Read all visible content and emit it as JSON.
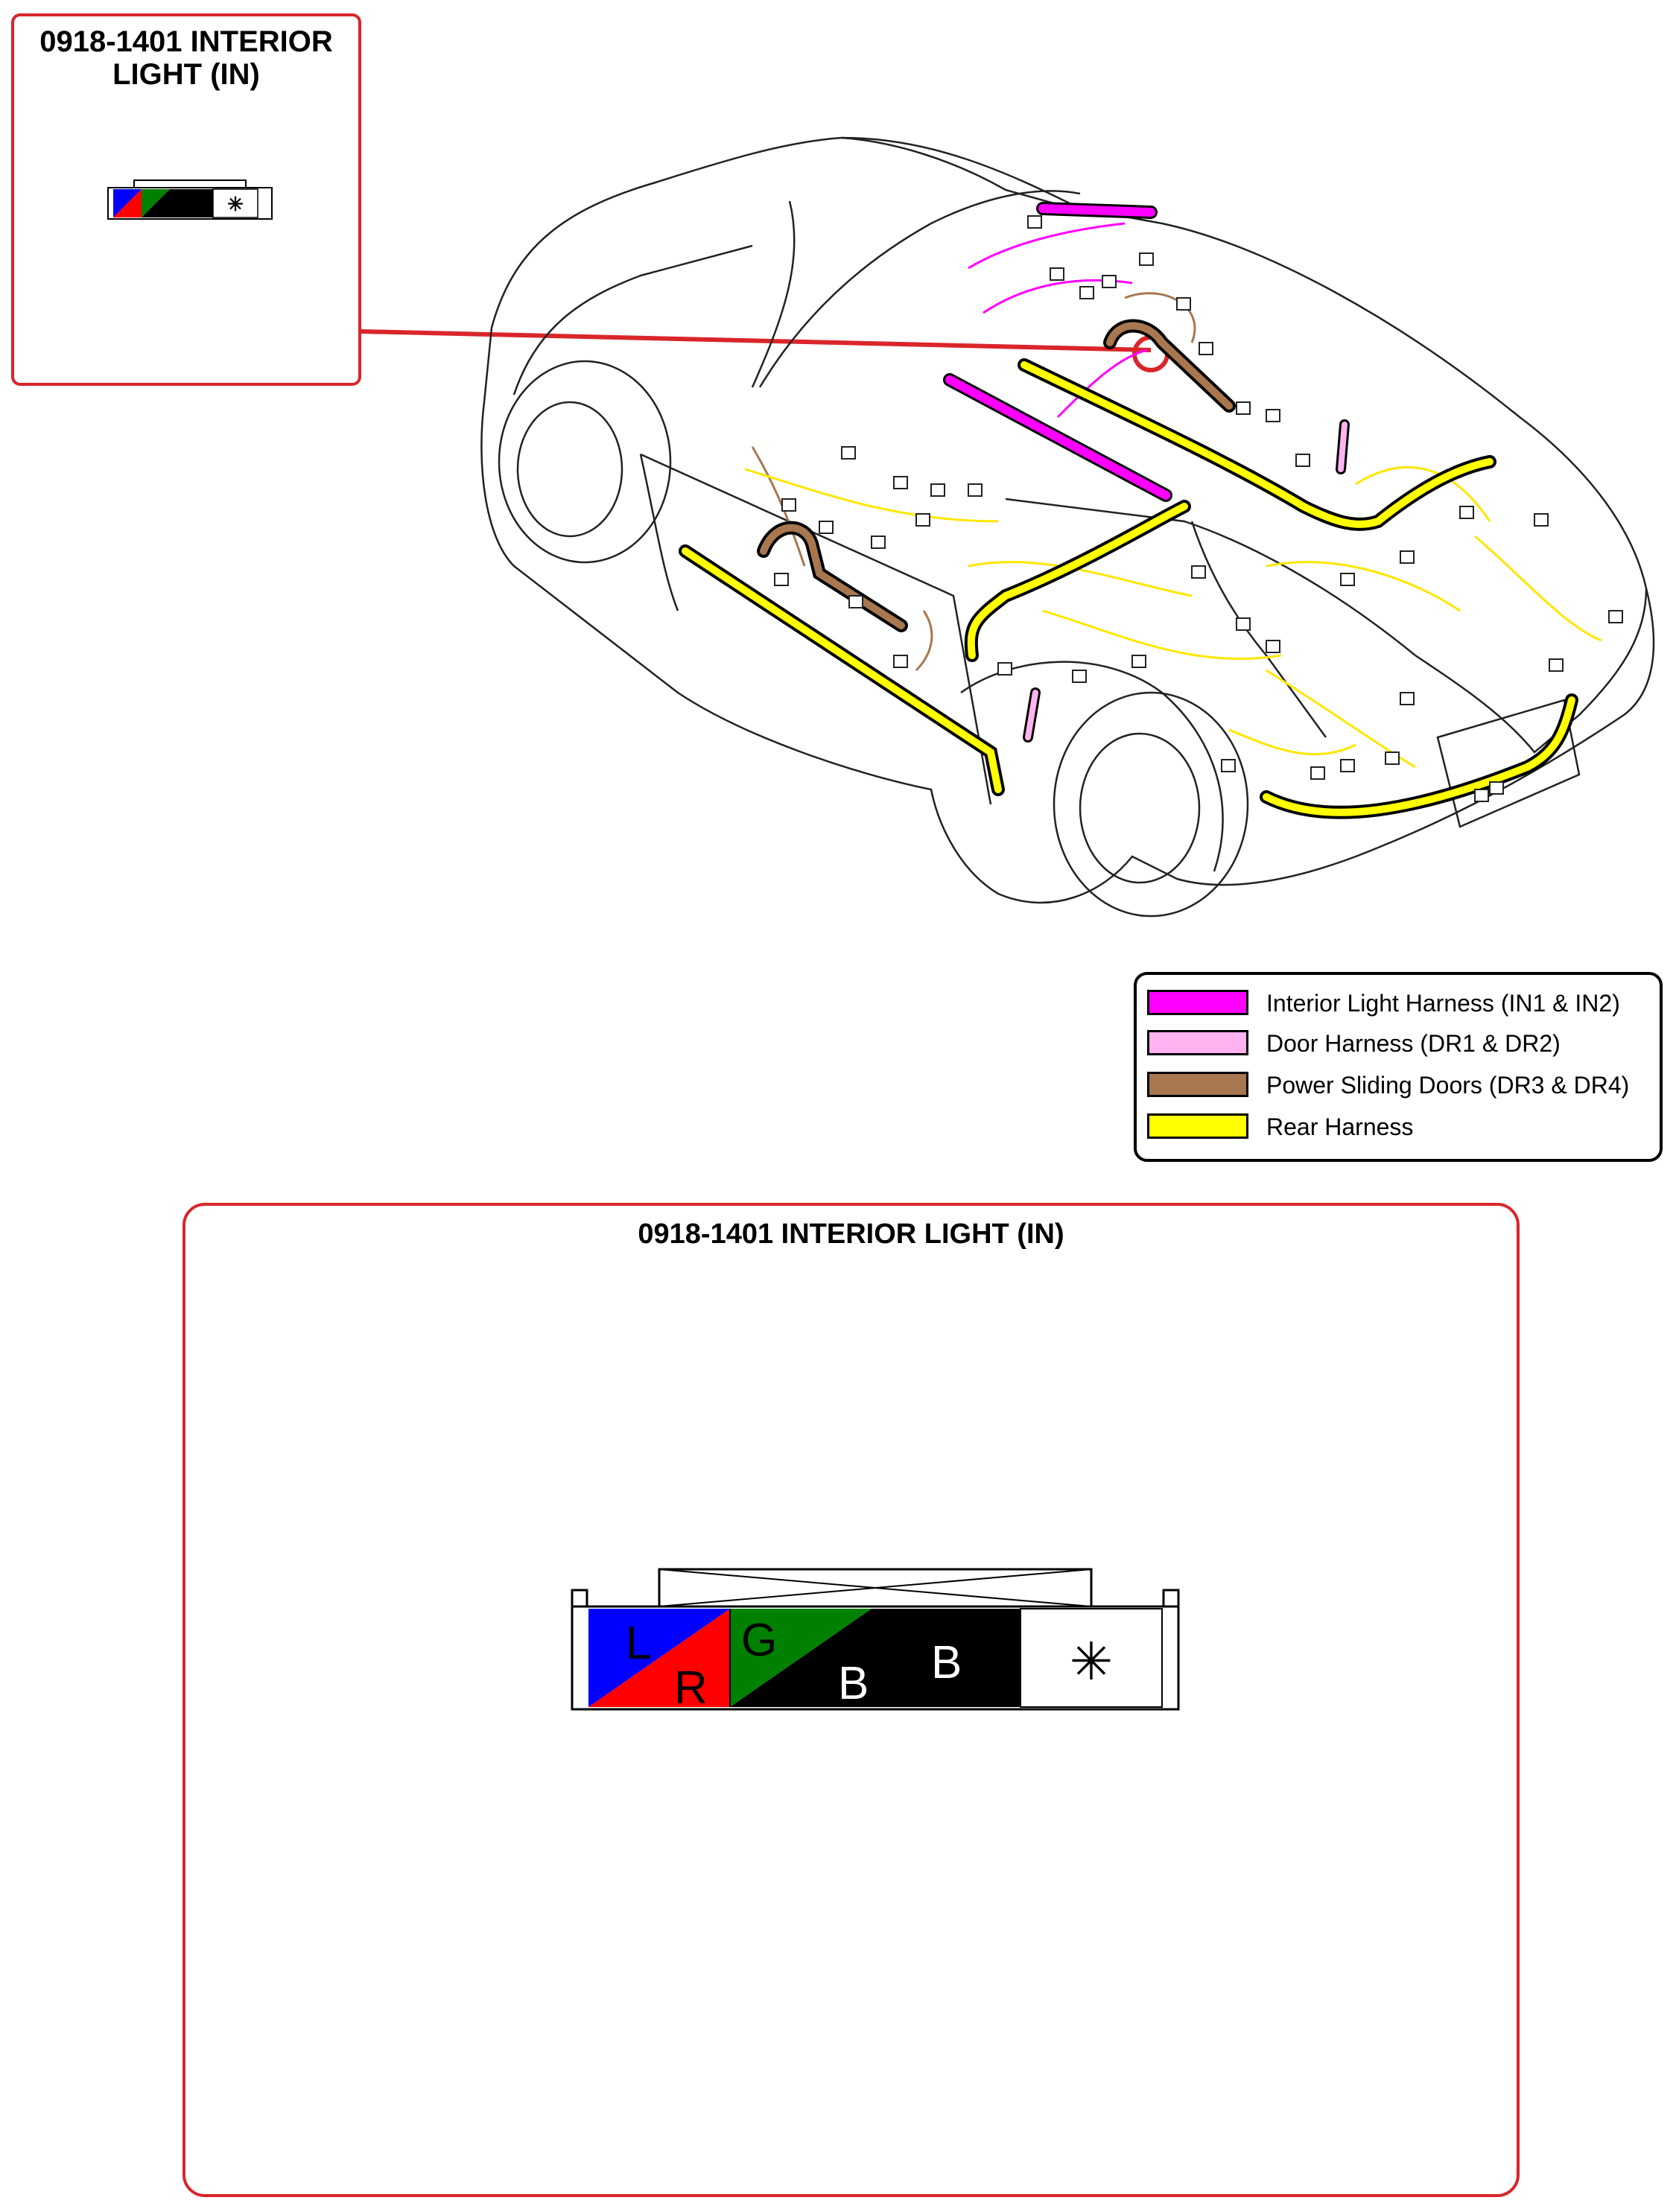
{
  "inset": {
    "title": "0918-1401 INTERIOR\nLIGHT (IN)"
  },
  "detail": {
    "title": "0918-1401 INTERIOR LIGHT (IN)"
  },
  "connector": {
    "pins": [
      {
        "top": "L",
        "bottom": "R",
        "top_color": "#0000ff",
        "bottom_color": "#ff0000"
      },
      {
        "top": "G",
        "bottom": "B",
        "top_color": "#008000",
        "bottom_color": "#000000"
      },
      {
        "label": "B",
        "color": "#000000"
      },
      {
        "label": "✳",
        "color": "#ffffff"
      }
    ]
  },
  "legend": {
    "items": [
      {
        "label": "Interior Light Harness (IN1 & IN2)",
        "color": "#ff00ff"
      },
      {
        "label": "Door Harness (DR1 & DR2)",
        "color": "#ffb3f0"
      },
      {
        "label": "Power Sliding Doors (DR3 & DR4)",
        "color": "#a8774f"
      },
      {
        "label": "Rear Harness",
        "color": "#ffff00"
      }
    ]
  },
  "colors": {
    "frame": "#d9262b",
    "callout_line": "#d9262b"
  }
}
